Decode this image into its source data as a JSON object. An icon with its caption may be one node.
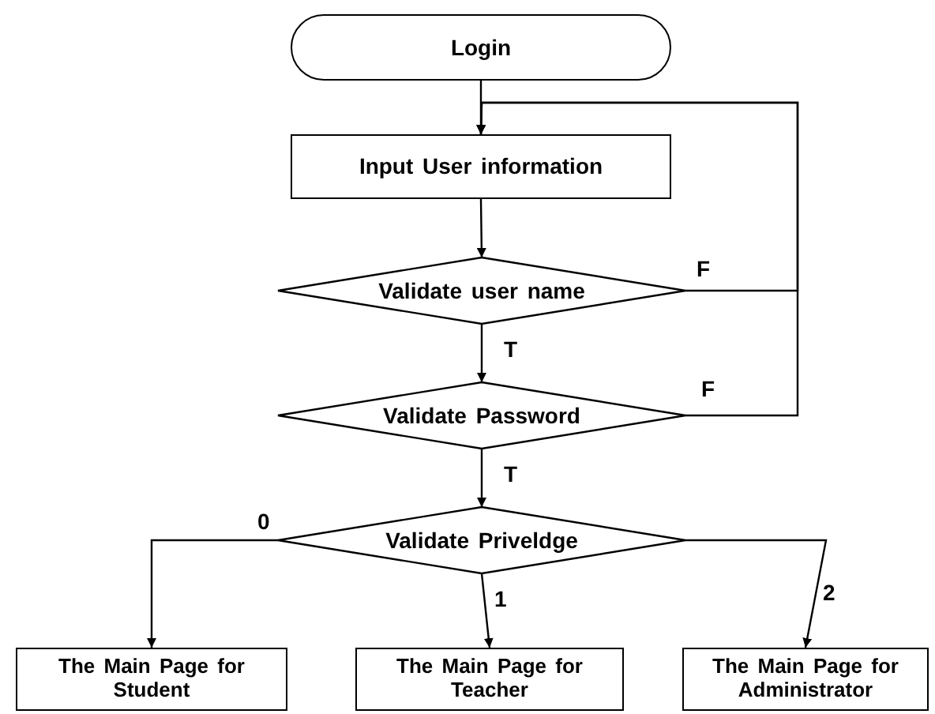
{
  "diagram": {
    "nodes": [
      {
        "text": [
          "Login"
        ]
      },
      {
        "text": [
          "Input User information"
        ]
      },
      {
        "text": [
          "Validate user name"
        ]
      },
      {
        "text": [
          "Validate Password"
        ]
      },
      {
        "text": [
          "Validate Priveldge"
        ]
      },
      {
        "text": [
          "The Main Page for Student"
        ]
      },
      {
        "text": [
          "The Main Page for Teacher"
        ]
      },
      {
        "text": [
          "The Main Page for Administrator"
        ]
      }
    ],
    "edges": [
      {
        "from": 0,
        "to": 1,
        "arrow": "to"
      },
      {
        "from": 1,
        "to": 2,
        "arrow": "to"
      },
      {
        "from": 2,
        "to": 3,
        "arrow": "to",
        "label": "T"
      },
      {
        "from": 2,
        "to": 1,
        "arrow": "to",
        "label": "F"
      },
      {
        "from": 3,
        "to": 4,
        "arrow": "to",
        "label": "T"
      },
      {
        "from": 3,
        "to": 1,
        "arrow": "to",
        "label": "F"
      },
      {
        "from": 4,
        "to": 5,
        "arrow": "to",
        "label": "0"
      },
      {
        "from": 4,
        "to": 6,
        "arrow": "to",
        "label": "1"
      },
      {
        "from": 4,
        "to": 7,
        "arrow": "to",
        "label": "2"
      }
    ]
  }
}
